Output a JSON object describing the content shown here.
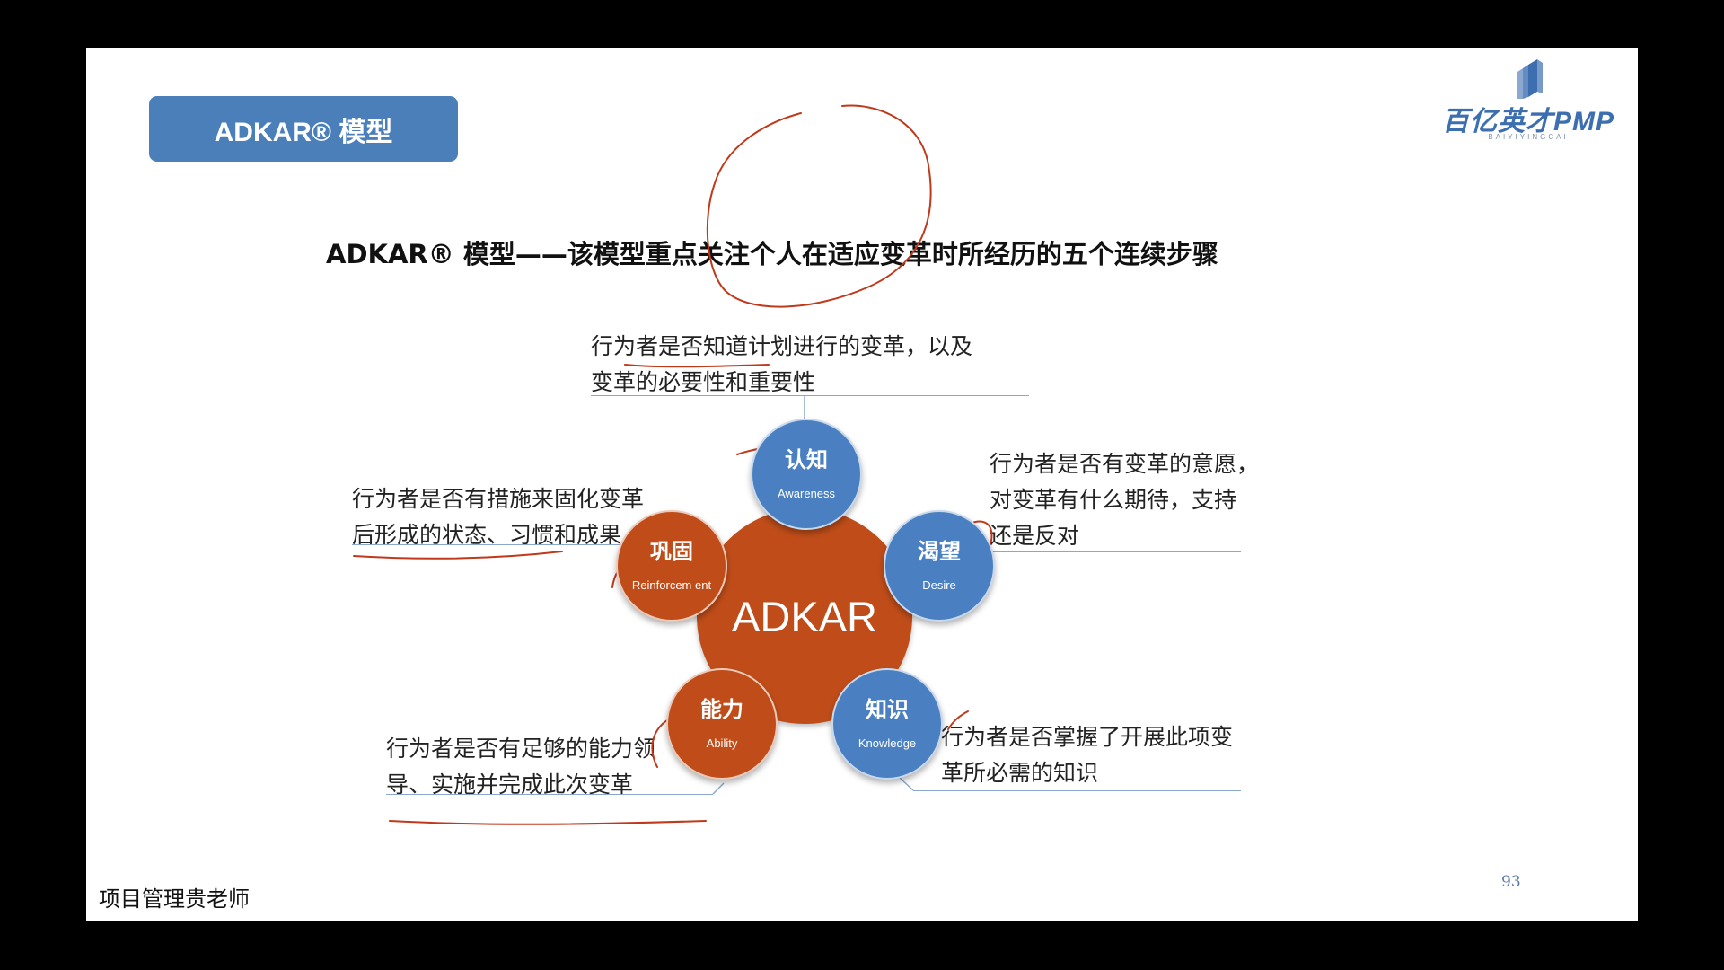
{
  "slide": {
    "title_box": "ADKAR® 模型",
    "logo": {
      "text": "百亿英才PMP",
      "sub": "BAIYIYINGCAI"
    },
    "headline": "ADKAR® 模型——该模型重点关注个人在适应变革时所经历的五个连续步骤",
    "center": "ADKAR",
    "nodes": [
      {
        "cn": "认知",
        "en": "Awareness",
        "color": "#4a80c2"
      },
      {
        "cn": "渴望",
        "en": "Desire",
        "color": "#4a80c2"
      },
      {
        "cn": "知识",
        "en": "Knowledge",
        "color": "#4a80c2"
      },
      {
        "cn": "能力",
        "en": "Ability",
        "color": "#c04d19"
      },
      {
        "cn": "巩固",
        "en": "Reinforcem ent",
        "color": "#c04d19"
      }
    ],
    "descriptions": {
      "awareness": [
        "行为者是否知道计划进行的变革，以及",
        "变革的必要性和重要性"
      ],
      "desire": [
        "行为者是否有变革的意愿，",
        "对变革有什么期待，支持",
        "还是反对"
      ],
      "knowledge": [
        "行为者是否掌握了开展此项变",
        "革所必需的知识"
      ],
      "ability": [
        "行为者是否有足够的能力领",
        "导、实施并完成此次变革"
      ],
      "reinforcement": [
        "行为者是否有措施来固化变革",
        "后形成的状态、习惯和成果"
      ]
    },
    "presenter": "项目管理贵老师",
    "page_number": "93",
    "colors": {
      "accent_blue": "#4a7fba",
      "accent_orange": "#c04d19",
      "annotation_red": "#c0391b"
    }
  }
}
